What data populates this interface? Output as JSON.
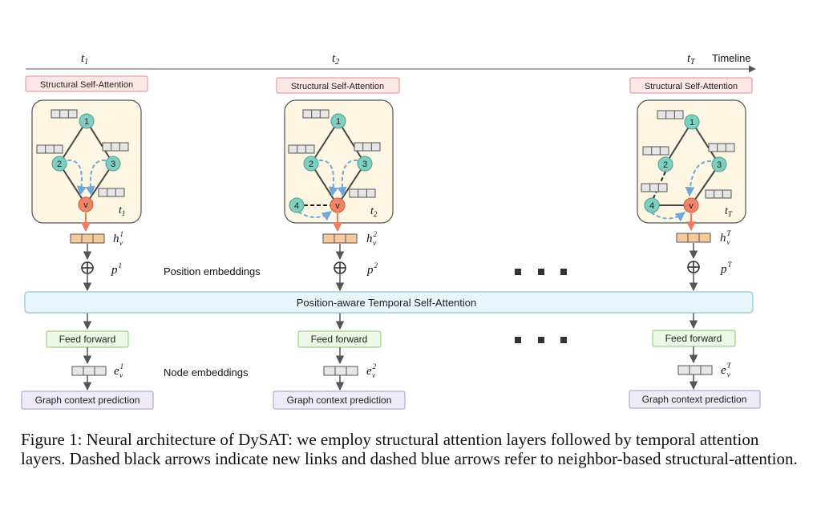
{
  "timeline": {
    "label": "Timeline",
    "ticks": [
      {
        "base": "t",
        "sub": "1"
      },
      {
        "base": "t",
        "sub": "2"
      },
      {
        "base": "t",
        "sub": "T"
      }
    ]
  },
  "steps": [
    {
      "sa_label": "Structural Self-Attention",
      "time_label": {
        "base": "t",
        "sub": "1"
      },
      "nodes": [
        "1",
        "2",
        "3",
        "v"
      ],
      "h_label": {
        "base": "h",
        "sup": "1",
        "sub": "v"
      },
      "p_label": {
        "base": "p",
        "sup": "1"
      },
      "ff_label": "Feed forward",
      "e_label": {
        "base": "e",
        "sup": "1",
        "sub": "v"
      },
      "gcp_label": "Graph context prediction"
    },
    {
      "sa_label": "Structural Self-Attention",
      "time_label": {
        "base": "t",
        "sub": "2"
      },
      "nodes": [
        "1",
        "2",
        "3",
        "4",
        "v"
      ],
      "h_label": {
        "base": "h",
        "sup": "2",
        "sub": "v"
      },
      "p_label": {
        "base": "p",
        "sup": "2"
      },
      "ff_label": "Feed forward",
      "e_label": {
        "base": "e",
        "sup": "2",
        "sub": "v"
      },
      "gcp_label": "Graph context prediction"
    },
    {
      "sa_label": "Structural Self-Attention",
      "time_label": {
        "base": "t",
        "sub": "T"
      },
      "nodes": [
        "1",
        "2",
        "3",
        "4",
        "v"
      ],
      "h_label": {
        "base": "h",
        "sup": "T",
        "sub": "v"
      },
      "p_label": {
        "base": "p",
        "sup": "T"
      },
      "ff_label": "Feed forward",
      "e_label": {
        "base": "e",
        "sup": "T",
        "sub": "v"
      },
      "gcp_label": "Graph context prediction"
    }
  ],
  "position_embeddings_label": "Position embeddings",
  "node_embeddings_label": "Node embeddings",
  "temporal_attention_label": "Position-aware Temporal Self-Attention",
  "caption": "Figure 1: Neural architecture of DySAT: we employ structural attention layers followed by temporal attention layers. Dashed black arrows indicate new links and dashed blue arrows refer to neighbor-based structural-attention.",
  "colors": {
    "teal_node": "#7ecfc0",
    "orange_node": "#f08469",
    "panel_fill": "#fdf6e3",
    "sa_fill": "#fde7e7",
    "sa_stroke": "#e48a8a",
    "temporal_fill": "#e8f6fb",
    "temporal_stroke": "#8cc7da",
    "ff_fill": "#eef8e6",
    "ff_stroke": "#8cc46e",
    "gcp_fill": "#eeeaf6",
    "gcp_stroke": "#a79bc8",
    "embed_orange": "#f7c89a",
    "attention_blue": "#6fa8d8",
    "down_arrow_orange": "#ef7b62"
  }
}
